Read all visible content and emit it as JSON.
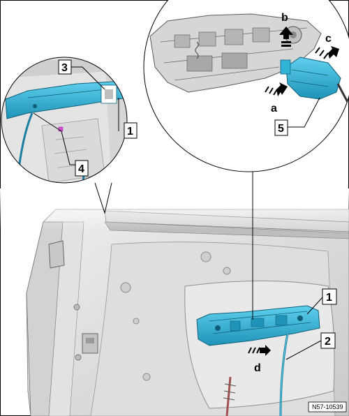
{
  "figure": {
    "reference_code": "N57-10539",
    "callouts": {
      "c1_left": "1",
      "c3": "3",
      "c4": "4",
      "c5": "5",
      "c1_main": "1",
      "c2": "2"
    },
    "arrow_letters": {
      "a": "a",
      "b": "b",
      "c": "c",
      "d": "d"
    },
    "colors": {
      "part_blue": "#2fb3d6",
      "part_blue_dark": "#1a7fa0",
      "metal_light": "#e6e6e6",
      "metal_mid": "#c8c8c8",
      "metal_dark": "#9a9a9a",
      "outline": "#000000"
    }
  }
}
